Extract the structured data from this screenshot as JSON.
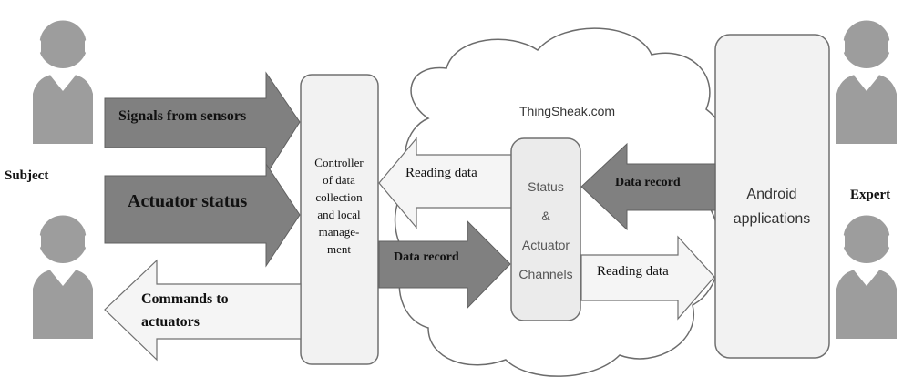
{
  "labels": {
    "subject": "Subject",
    "expert": "Expert",
    "signals_from_sensors": "Signals from sensors",
    "actuator_status": "Actuator  status",
    "commands_line1": "Commands to",
    "commands_line2": "actuators",
    "controller_line1": "Controller",
    "controller_line2": "of data",
    "controller_line3": "collection",
    "controller_line4": "and local",
    "controller_line5": "manage-",
    "controller_line6": "ment",
    "cloud_title": "ThingSheak.com",
    "reading_data_left": "Reading data",
    "data_record_mid": "Data record",
    "channels_line1": "Status",
    "channels_line2": "&",
    "channels_line3": "Actuator",
    "channels_line4": "Channels",
    "data_record_right": "Data record",
    "reading_data_right": "Reading data",
    "android_line1": "Android",
    "android_line2": "applications"
  },
  "colors": {
    "dark_arrow": "#808080",
    "light_arrow": "#f5f5f5",
    "person": "#9d9d9d",
    "box": "#f2f2f2",
    "channel_box": "#ebebeb",
    "stroke": "#707070"
  },
  "icons": [
    "person-headset-icon-subject-top",
    "person-headset-icon-subject-bottom",
    "person-headset-icon-expert-top",
    "person-headset-icon-expert-bottom"
  ]
}
